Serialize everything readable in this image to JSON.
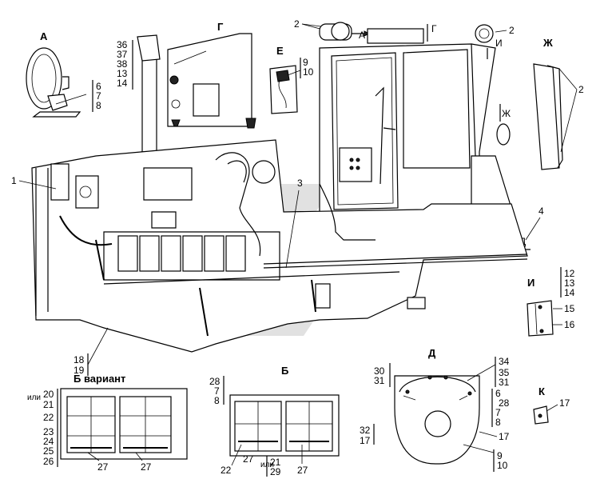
{
  "views": {
    "A": "А",
    "G": "Г",
    "E": "Е",
    "ZH": "Ж",
    "I": "И",
    "K": "К",
    "D": "Д",
    "B": "Б",
    "B_variant": "Б вариант"
  },
  "arrows": {
    "A": "А",
    "G": "Г",
    "I": "И",
    "ZH": "Ж",
    "K": "К",
    "D": "Д"
  },
  "labels": {
    "a_6": "6",
    "a_7": "7",
    "a_8": "8",
    "g_36": "36",
    "g_37": "37",
    "g_38": "38",
    "g_13": "13",
    "g_14": "14",
    "e_9": "9",
    "e_10": "10",
    "top_2": "2",
    "right_2": "2",
    "zh_2": "2",
    "c_1": "1",
    "c_3": "3",
    "c_4": "4",
    "c_18": "18",
    "c_19": "19",
    "i_12": "12",
    "i_13": "13",
    "i_14": "14",
    "i_15": "15",
    "i_16": "16",
    "bv_or": "или",
    "bv_20": "20",
    "bv_21": "21",
    "bv_22": "22",
    "bv_23": "23",
    "bv_24": "24",
    "bv_25": "25",
    "bv_26": "26",
    "bv_27a": "27",
    "bv_27b": "27",
    "b_28": "28",
    "b_7": "7",
    "b_8": "8",
    "b_22": "22",
    "b_27a": "27",
    "b_or": "или",
    "b_21": "21",
    "b_29": "29",
    "b_27b": "27",
    "d_30": "30",
    "d_31": "31",
    "d_34": "34",
    "d_35": "35",
    "d_31r": "31",
    "d_6": "6",
    "d_28": "28",
    "d_7": "7",
    "d_8": "8",
    "d_32": "32",
    "d_17l": "17",
    "d_17r": "17",
    "d_9": "9",
    "d_10": "10",
    "k_17": "17"
  }
}
